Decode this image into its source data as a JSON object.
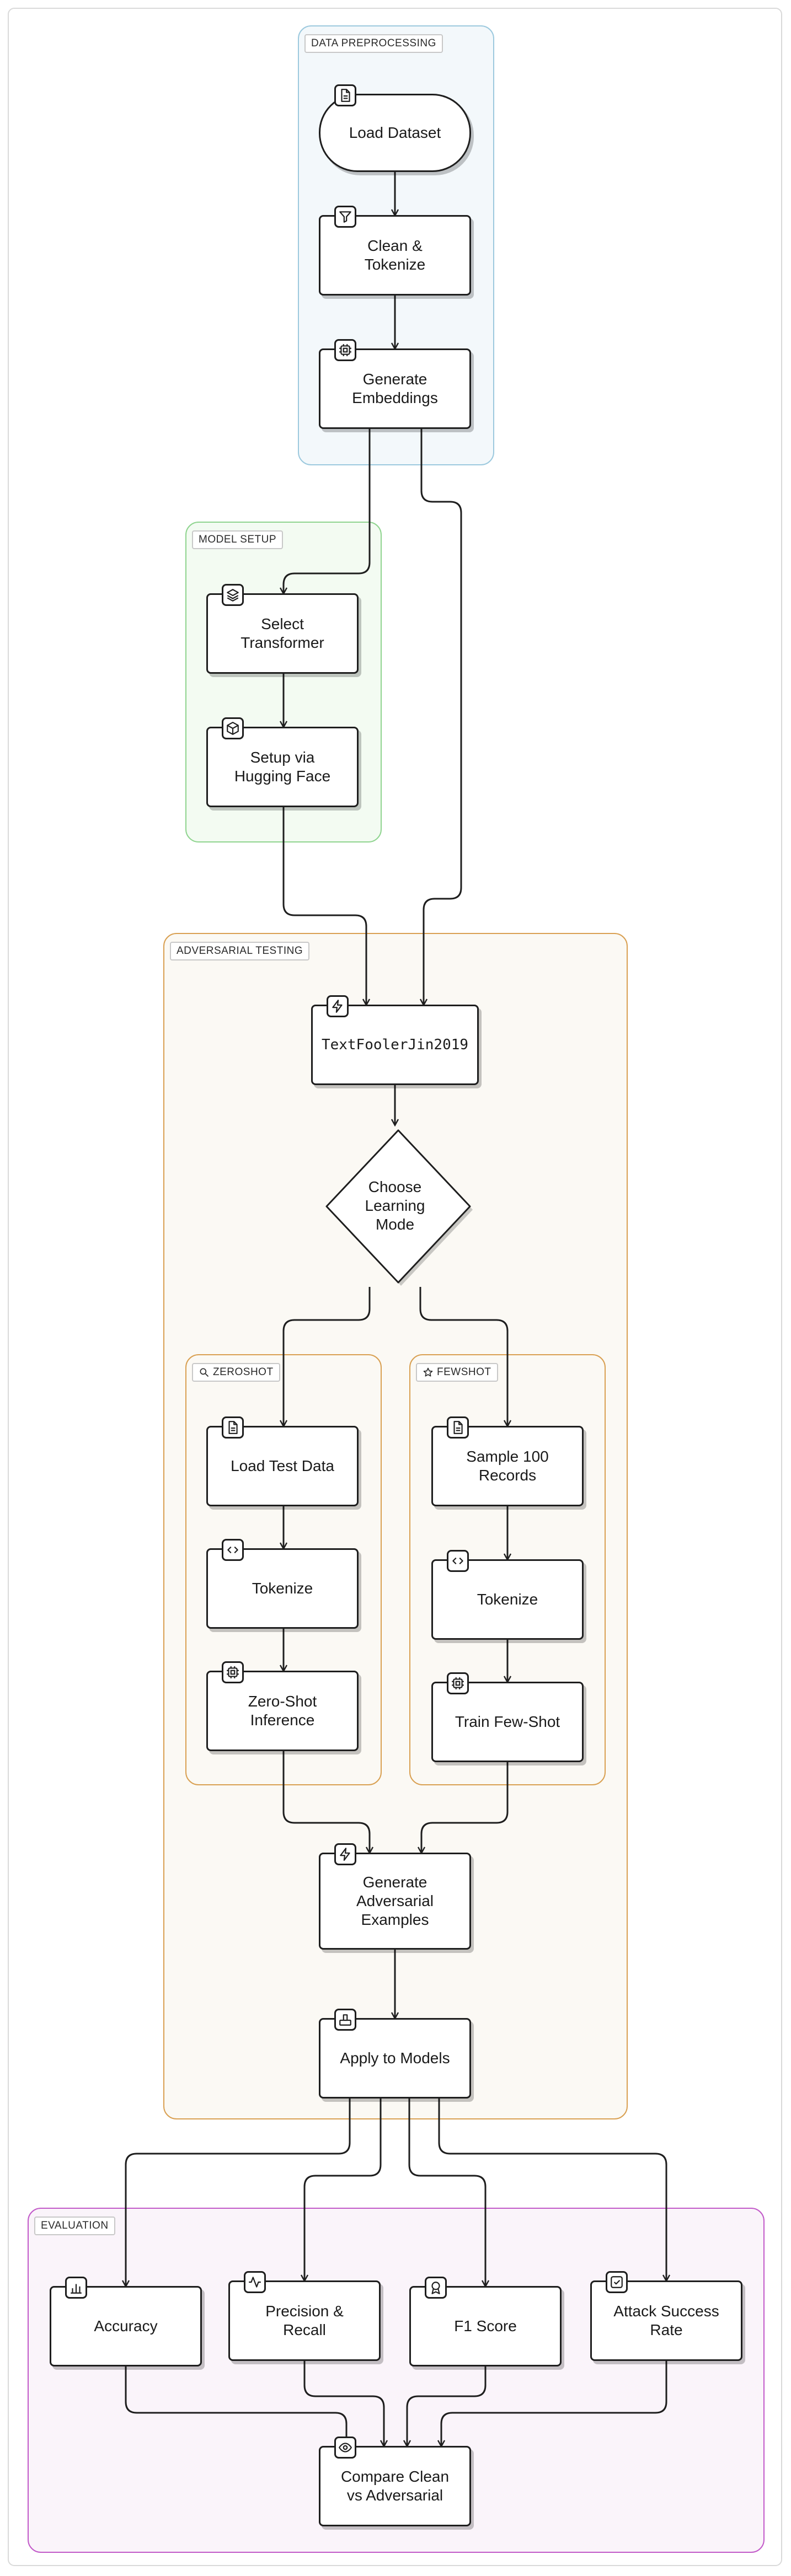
{
  "groups": {
    "preprocessing": "DATA PREPROCESSING",
    "model_setup": "MODEL SETUP",
    "adversarial": "ADVERSARIAL TESTING",
    "zeroshot": "ZEROSHOT",
    "fewshot": "FEWSHOT",
    "evaluation": "EVALUATION"
  },
  "nodes": {
    "load_dataset": "Load Dataset",
    "clean_tokenize": "Clean &\nTokenize",
    "generate_embeddings": "Generate\nEmbeddings",
    "select_transformer": "Select\nTransformer",
    "setup_hf": "Setup via\nHugging Face",
    "textfooler": "TextFoolerJin2019",
    "choose_mode": "Choose\nLearning\nMode",
    "load_test": "Load Test Data",
    "zs_tokenize": "Tokenize",
    "zs_inference": "Zero-Shot\nInference",
    "sample_records": "Sample 100\nRecords",
    "fs_tokenize": "Tokenize",
    "train_fewshot": "Train Few-Shot",
    "gen_adv": "Generate\nAdversarial\nExamples",
    "apply_models": "Apply to Models",
    "accuracy": "Accuracy",
    "precision_recall": "Precision &\nRecall",
    "f1": "F1 Score",
    "attack_rate": "Attack Success\nRate",
    "compare": "Compare Clean\nvs Adversarial"
  },
  "colors": {
    "preprocessing_border": "#9cc9de",
    "preprocessing_fill": "#f3f8fb",
    "model_border": "#8fd48f",
    "model_fill": "#f3fbf2",
    "adversarial_border": "#d9a052",
    "adversarial_fill": "#fbf9f4",
    "evaluation_border": "#c25ac9",
    "evaluation_fill": "#faf4fa",
    "stroke": "#1e1e1e"
  },
  "icons": {
    "load_dataset": "file-icon",
    "clean_tokenize": "filter-icon",
    "generate_embeddings": "chip-icon",
    "select_transformer": "layers-icon",
    "setup_hf": "cube-icon",
    "textfooler": "zap-icon",
    "load_test": "file-icon",
    "zs_tokenize": "code-icon",
    "zs_inference": "chip-icon",
    "sample_records": "file-icon",
    "fs_tokenize": "code-icon",
    "train_fewshot": "chip-icon",
    "gen_adv": "zap-icon",
    "apply_models": "tray-icon",
    "accuracy": "bar-chart-icon",
    "precision_recall": "activity-icon",
    "f1": "award-icon",
    "attack_rate": "check-square-icon",
    "compare": "eye-icon",
    "zeroshot": "search-icon",
    "fewshot": "star-icon"
  }
}
